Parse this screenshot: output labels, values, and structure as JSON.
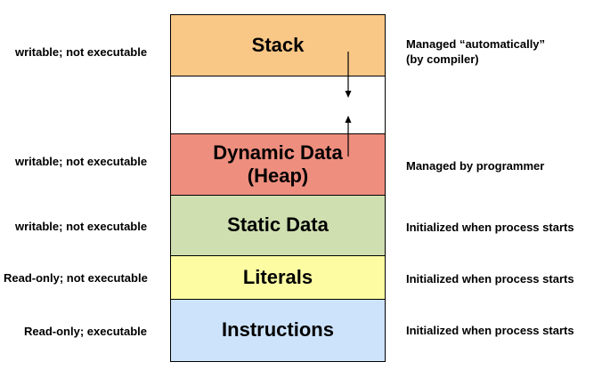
{
  "segments": {
    "stack": {
      "label": "Stack",
      "color": "#f9c786"
    },
    "gap": {
      "label": "",
      "color": "#ffffff"
    },
    "heap": {
      "line1": "Dynamic Data",
      "line2": "(Heap)",
      "color": "#ee8e7e"
    },
    "static": {
      "label": "Static Data",
      "color": "#cfdfb0"
    },
    "literals": {
      "label": "Literals",
      "color": "#fdfca3"
    },
    "instructions": {
      "label": "Instructions",
      "color": "#cde3fb"
    }
  },
  "left_labels": {
    "stack": "writable; not executable",
    "heap": "writable; not executable",
    "static": "writable; not executable",
    "literals": "Read-only; not executable",
    "instructions": "Read-only; executable"
  },
  "right_labels": {
    "stack_line1": "Managed “automatically”",
    "stack_line2": "(by compiler)",
    "heap": "Managed by programmer",
    "static": "Initialized when process starts",
    "literals": "Initialized when process starts",
    "instructions": "Initialized when process starts"
  }
}
